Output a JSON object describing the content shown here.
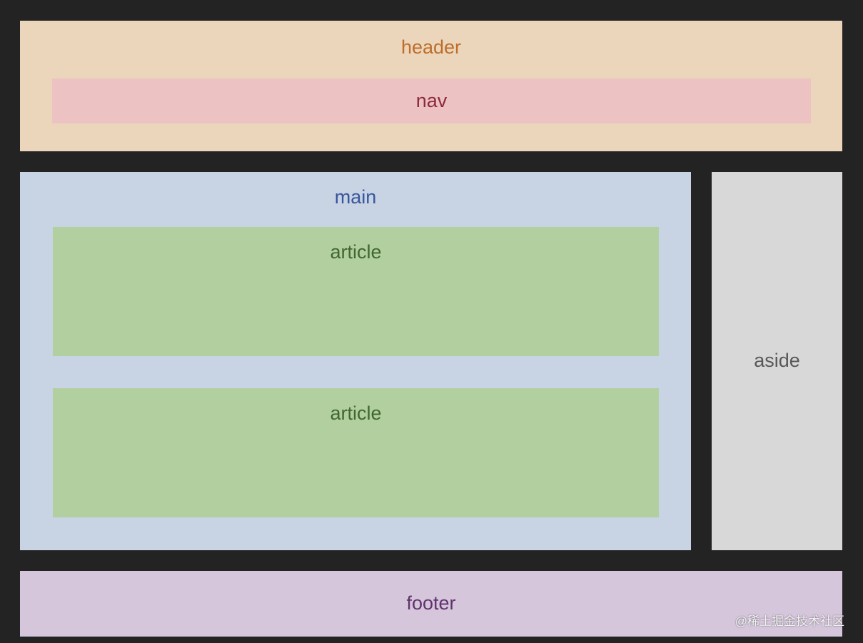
{
  "colors": {
    "background": "#232323",
    "header": {
      "fill": "#ecd6bb",
      "text": "#bc6e2c"
    },
    "nav": {
      "fill": "#ecc2c3",
      "text": "#8d2c3a"
    },
    "main": {
      "fill": "#c8d3e3",
      "text": "#37569c"
    },
    "article": {
      "fill": "#b2d09f",
      "text": "#40672f"
    },
    "aside": {
      "fill": "#d8d8d8",
      "text": "#585858"
    },
    "footer": {
      "fill": "#d5c6dc",
      "text": "#60336c"
    }
  },
  "layout_regions": {
    "header": {
      "label": "header"
    },
    "nav": {
      "label": "nav"
    },
    "main": {
      "label": "main"
    },
    "articles": [
      {
        "label": "article"
      },
      {
        "label": "article"
      }
    ],
    "aside": {
      "label": "aside"
    },
    "footer": {
      "label": "footer"
    }
  },
  "watermark": {
    "text": "@稀土掘金技术社区"
  }
}
